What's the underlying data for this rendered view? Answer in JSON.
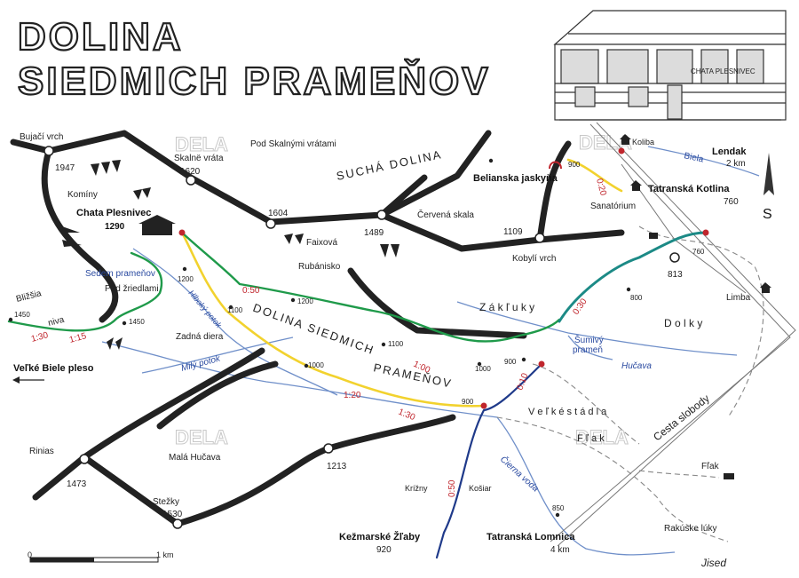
{
  "title": {
    "line1": "DOLINA",
    "line2": "SIEDMICH PRAMEŇOV"
  },
  "house_caption": "CHATA PLESNIVEC",
  "compass": "S",
  "watermark": "DELA",
  "signature": "Jised",
  "scale": {
    "start": "0",
    "end": "1 km"
  },
  "places": {
    "bujaci": "Bujačí vrch",
    "b1947": "1947",
    "kominy": "Komíny",
    "skalne": "Skalnё vráta",
    "s1620": "1620",
    "pod_skalnymi": "Pod Skalnými vrátami",
    "sucha": "SUCHÁ DOLINA",
    "chata": "Chata Plesnivec",
    "chata_alt": "1290",
    "p1604": "1604",
    "faixova": "Faixová",
    "p1489": "1489",
    "cervena": "Červená skala",
    "belianska": "Belianska jaskyňa",
    "p900a": "900",
    "koliba": "Koliba",
    "lendak": "Lendak",
    "lendak_km": "2 km",
    "biela": "Biela",
    "kotlina": "Tatranská Kotlina",
    "kotlina_alt": "760",
    "sanatorium": "Sanatórium",
    "p1109": "1109",
    "kobyli": "Kobylí vrch",
    "rubanisko": "Rubánisko",
    "p760": "760",
    "sedem": "Sedem prameňov",
    "p1200a": "1200",
    "pod_zriedlami": "Pod  žriedlami",
    "p1200b": "1200",
    "hlboky": "Hlboký potok",
    "p1100a": "1100",
    "dolina": "DOLINA SIEDMICH",
    "pramenov": "PRAMEŇOV",
    "zakluky": "Z á k ľ u k y",
    "p800": "800",
    "p813": "813",
    "limba": "Limba",
    "dolky": "D o l k y",
    "blizsia": "Bližšia",
    "niva": "niva",
    "p1450a": "1450",
    "p1450b": "1450",
    "zadna": "Zadná diera",
    "p1100b": "1100",
    "p1000a": "1000",
    "p1000b": "1000",
    "p900b": "900",
    "sumivy": "Šumivý",
    "pramen": "prameň",
    "hucava": "Hučava",
    "mily": "Milý potok",
    "velke_biele": "Veľké Biele pleso",
    "p900c": "900",
    "velke_stadla": "V e ľ k é  s t á d l a",
    "flak1": "F ľ a k",
    "cesta": "Cesta slobody",
    "rinias": "Rinias",
    "p1473": "1473",
    "mala_hucava": "Malá Hučava",
    "p1213": "1213",
    "krizny": "Krížny",
    "kosiar": "Košiar",
    "cierna": "Čierna voda",
    "p850": "850",
    "flak2": "Fľak",
    "stezky": "Stežky",
    "p1530": "1530",
    "rakuske": "Rakúske lúky",
    "kezmarske": "Kežmarské Žľaby",
    "kez_alt": "920",
    "lomnica": "Tatranská Lomnica",
    "lomnica_km": "4 km"
  },
  "times": {
    "t020": "0:20",
    "t050a": "0:50",
    "t030": "0:30",
    "t100": "1:00",
    "t130a": "1:30",
    "t115": "1:15",
    "t010": "0:10",
    "t120": "1:20",
    "t130b": "1:30",
    "t050b": "0:50"
  },
  "colors": {
    "green": "#1f9a4a",
    "yellow": "#f2d22e",
    "blue": "#1f3a8a",
    "teal": "#1c8a86",
    "river": "#6f8fc9",
    "red": "#c0262d"
  }
}
